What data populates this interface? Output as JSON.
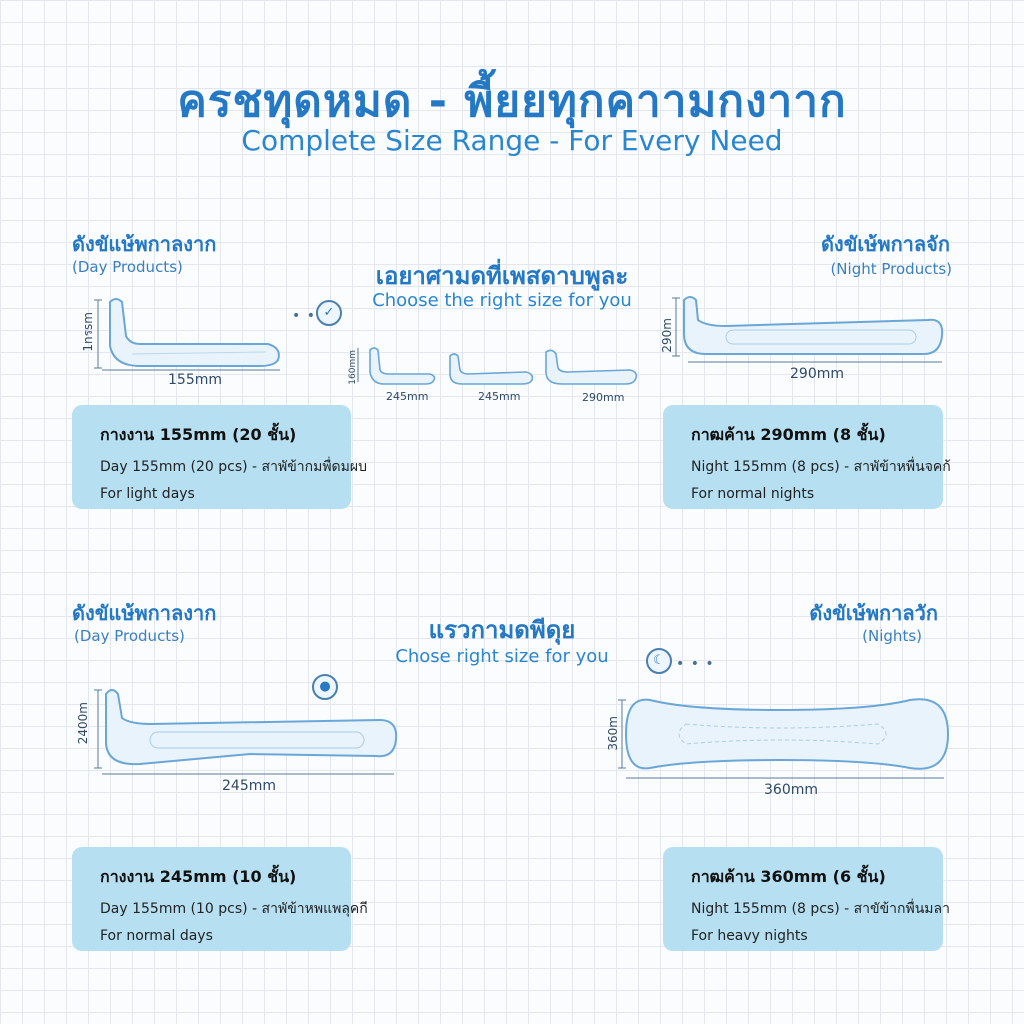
{
  "header": {
    "title_th": "ครชทุดหมด - พี้ยยทุกคาามกงาาก",
    "title_en": "Complete Size Range - For Every Need"
  },
  "center_top": {
    "title_th": "เอยาศามดที่เพสดาบพูละ",
    "title_en": "Choose the right size for you",
    "sizes": [
      "245mm",
      "245mm",
      "290mm"
    ],
    "height_label": "160mm"
  },
  "center_bottom": {
    "title_th": "แรวกามดพีดุย",
    "title_en": "Chose right size for you"
  },
  "sections": {
    "top_left": {
      "heading_th": "ดังขัแษ้พกาลงาก",
      "heading_en": "(Day Products)",
      "width_label": "155mm",
      "height_label": "1nรsm",
      "card": {
        "title": "กางงาน 155mm (20 ชั้น)",
        "desc": "Day 155mm (20 pcs) - สาพัข้ากมพื่ดมผบ",
        "use": "For light days"
      }
    },
    "top_right": {
      "heading_th": "ดังขัเษ้พกาลจัก",
      "heading_en": "(Night Products)",
      "width_label": "290mm",
      "height_label": "290m",
      "card": {
        "title": "กาฒค้าน 290mm (8 ชั้น)",
        "desc": "Night 155mm (8 pcs) - สาพัข้าหพื่นจคก้",
        "use": "For normal nights"
      }
    },
    "bottom_left": {
      "heading_th": "ดังขัแษ้พกาลงาก",
      "heading_en": "(Day Products)",
      "width_label": "245mm",
      "height_label": "2400m",
      "card": {
        "title": "กางงาน 245mm (10 ชั้น)",
        "desc": "Day 155mm (10 pcs) - สาพัข้าหพแพลุคกี",
        "use": "For normal days"
      }
    },
    "bottom_right": {
      "heading_th": "ดังขัเษ้พกาลวัก",
      "heading_en": "(Nights)",
      "width_label": "360mm",
      "height_label": "360m",
      "card": {
        "title": "กาฒค้าน 360mm (6 ชั้น)",
        "desc": "Night 155mm (8 pcs) - สาขัข้ากพื่นมลา",
        "use": "For heavy nights"
      }
    }
  },
  "icons": {
    "check_badge": "✓",
    "drop_badge": "●",
    "moon_badge": "☾",
    "dots": "• • •"
  },
  "colors": {
    "accent": "#2478c4",
    "card_bg": "#b6e0f2",
    "pad_fill": "#e8f3fb",
    "pad_stroke": "#6aa6d6"
  }
}
